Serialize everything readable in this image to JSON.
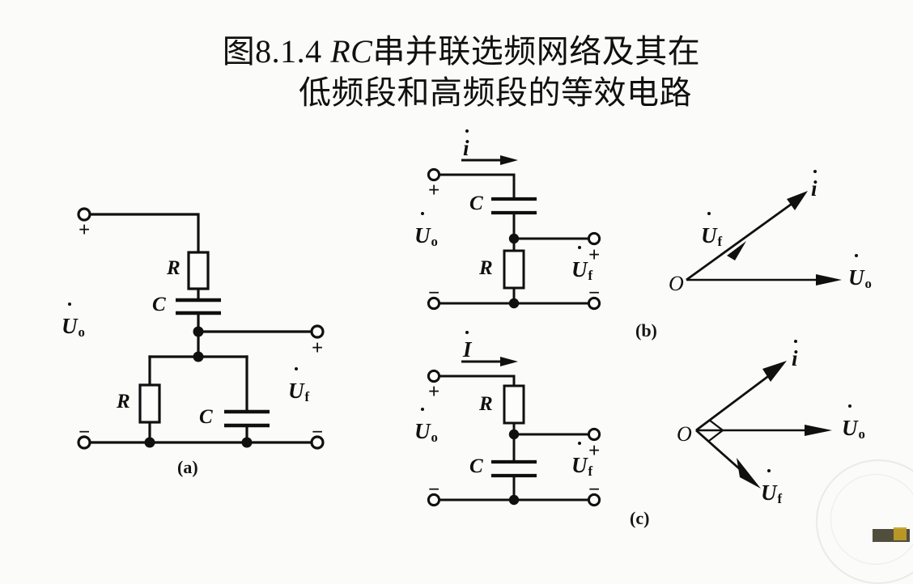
{
  "title": {
    "line1_prefix": "图8.1.4 ",
    "line1_italic": "RC",
    "line1_rest": "串并联选频网络及其在",
    "line2": "低频段和高频段的等效电路"
  },
  "panels": {
    "a": {
      "caption": "(a)",
      "source_label": {
        "letter": "U",
        "sub": "o"
      },
      "output_label": {
        "letter": "U",
        "sub": "f"
      },
      "components": [
        {
          "name": "series-resistor",
          "label": "R"
        },
        {
          "name": "series-capacitor",
          "label": "C"
        },
        {
          "name": "shunt-resistor",
          "label": "R"
        },
        {
          "name": "shunt-capacitor",
          "label": "C"
        }
      ],
      "terminals": {
        "in_plus": "+",
        "in_minus": "−",
        "out_plus": "+",
        "out_minus": "−"
      }
    },
    "b": {
      "caption": "(b)",
      "current_label": "i",
      "source_label": {
        "letter": "U",
        "sub": "o"
      },
      "output_label": {
        "letter": "U",
        "sub": "f"
      },
      "components": [
        {
          "name": "series-capacitor",
          "label": "C"
        },
        {
          "name": "shunt-resistor",
          "label": "R"
        }
      ],
      "terminals": {
        "in_plus": "+",
        "in_minus": "−",
        "out_plus": "+",
        "out_minus": "−"
      }
    },
    "c": {
      "caption": "(c)",
      "current_label": "I",
      "source_label": {
        "letter": "U",
        "sub": "o"
      },
      "output_label": {
        "letter": "U",
        "sub": "f"
      },
      "components": [
        {
          "name": "series-resistor",
          "label": "R"
        },
        {
          "name": "shunt-capacitor",
          "label": "C"
        }
      ],
      "terminals": {
        "in_plus": "+",
        "in_minus": "−",
        "out_plus": "+",
        "out_minus": "−"
      }
    }
  },
  "phasor_b": {
    "origin_label": "O",
    "vectors": [
      {
        "name": "current",
        "letter": "i",
        "sub": "",
        "angle_deg": 38
      },
      {
        "name": "feedback-voltage",
        "letter": "U",
        "sub": "f",
        "angle_deg": 38
      },
      {
        "name": "output-voltage",
        "letter": "U",
        "sub": "o",
        "angle_deg": 0
      }
    ]
  },
  "phasor_c": {
    "origin_label": "O",
    "right_angle_marker": true,
    "vectors": [
      {
        "name": "current",
        "letter": "i",
        "sub": "",
        "angle_deg": 45
      },
      {
        "name": "output-voltage",
        "letter": "U",
        "sub": "o",
        "angle_deg": 0
      },
      {
        "name": "feedback-voltage",
        "letter": "U",
        "sub": "f",
        "angle_deg": -45
      }
    ]
  },
  "colors": {
    "ink": "#101010",
    "background": "#fbfbf9",
    "title": "#101010"
  }
}
